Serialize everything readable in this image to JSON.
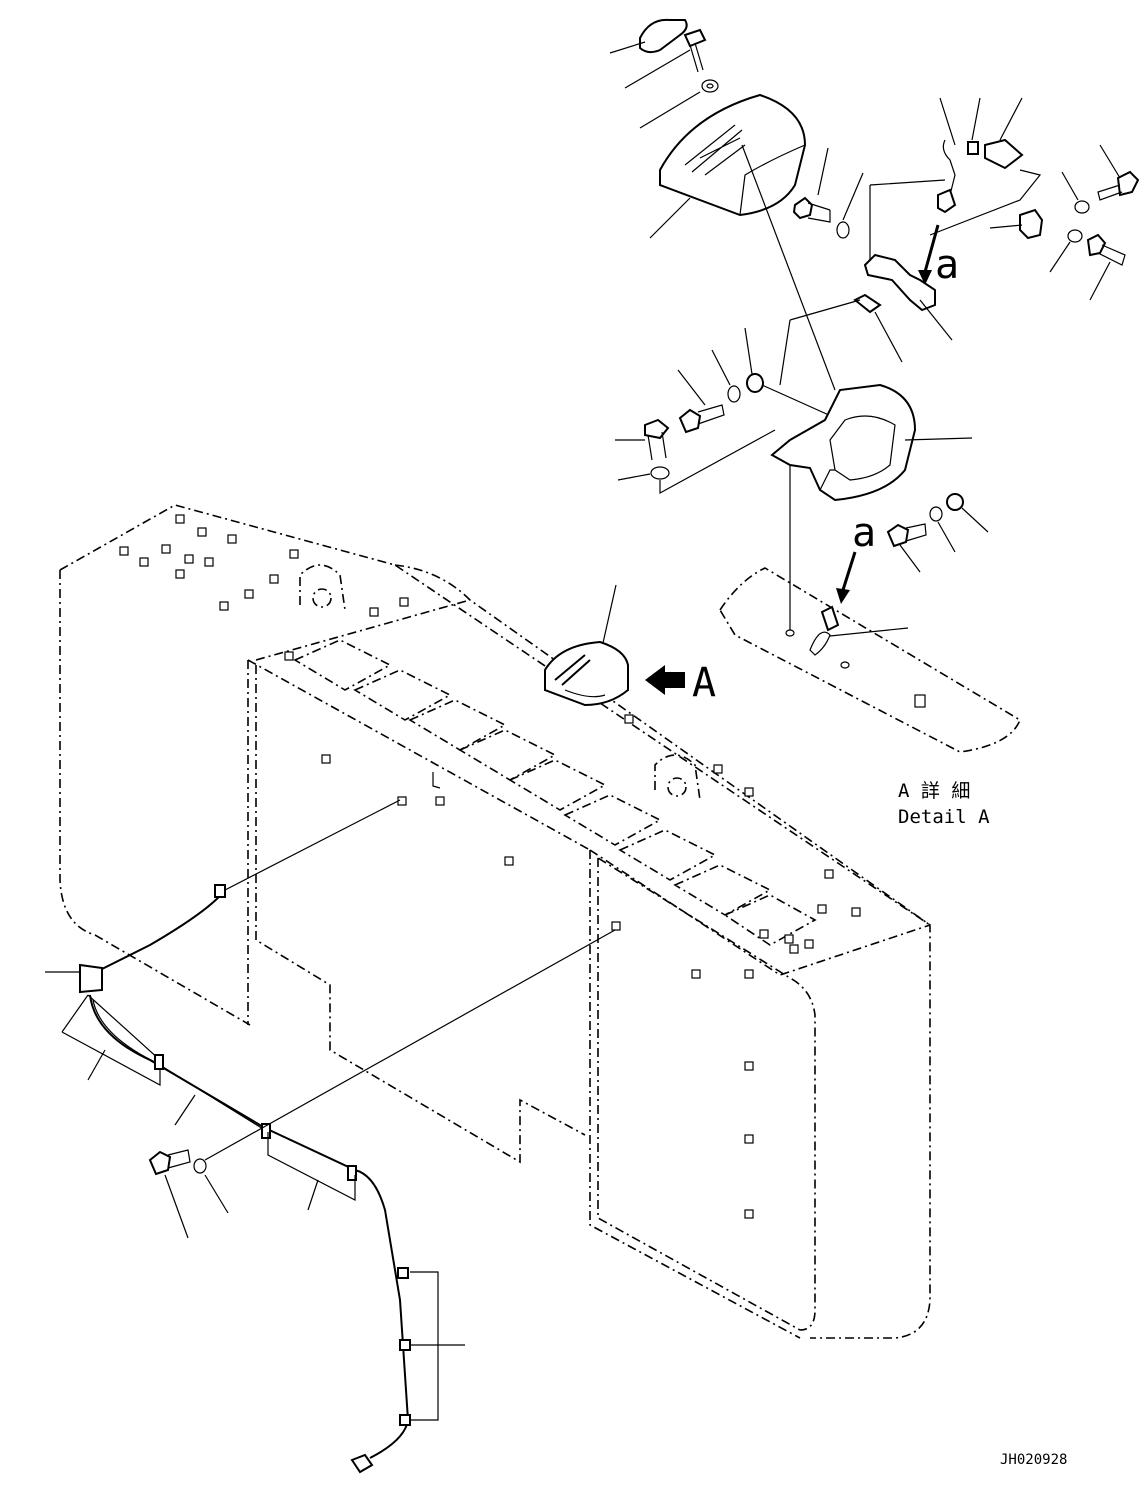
{
  "labels": {
    "view_arrow": "A",
    "ref_a_top": "a",
    "ref_a_mid": "a",
    "detail_jp": "A 詳 細",
    "detail_en": "Detail A",
    "drawing_no": "JH020928"
  }
}
